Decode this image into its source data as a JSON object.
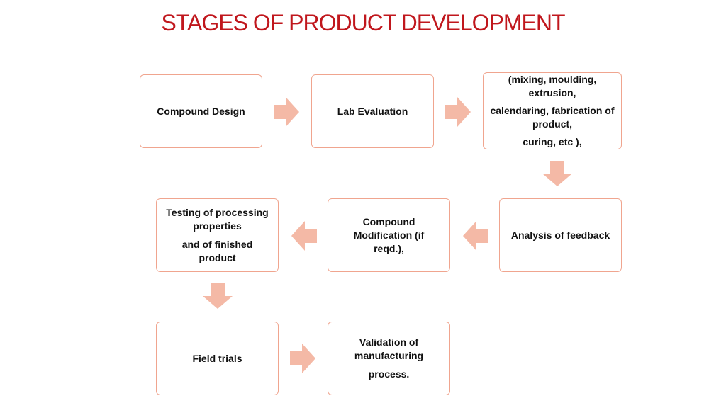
{
  "title": "STAGES OF PRODUCT DEVELOPMENT",
  "colors": {
    "title": "#c0171d",
    "box_border": "#f0a58f",
    "arrow": "#f4b9a6"
  },
  "steps": [
    {
      "lines": [
        "Compound Design"
      ]
    },
    {
      "lines": [
        "Lab Evaluation"
      ]
    },
    {
      "lines": [
        "(mixing, moulding, extrusion,",
        "calendaring, fabrication of product,",
        "curing, etc ),"
      ]
    },
    {
      "lines": [
        "Analysis of feedback"
      ]
    },
    {
      "lines": [
        "Compound Modification  (if reqd.),"
      ]
    },
    {
      "lines": [
        "Testing  of processing properties",
        "and of finished product"
      ]
    },
    {
      "lines": [
        "Field trials"
      ]
    },
    {
      "lines": [
        "Validation of manufacturing",
        "process."
      ]
    }
  ]
}
